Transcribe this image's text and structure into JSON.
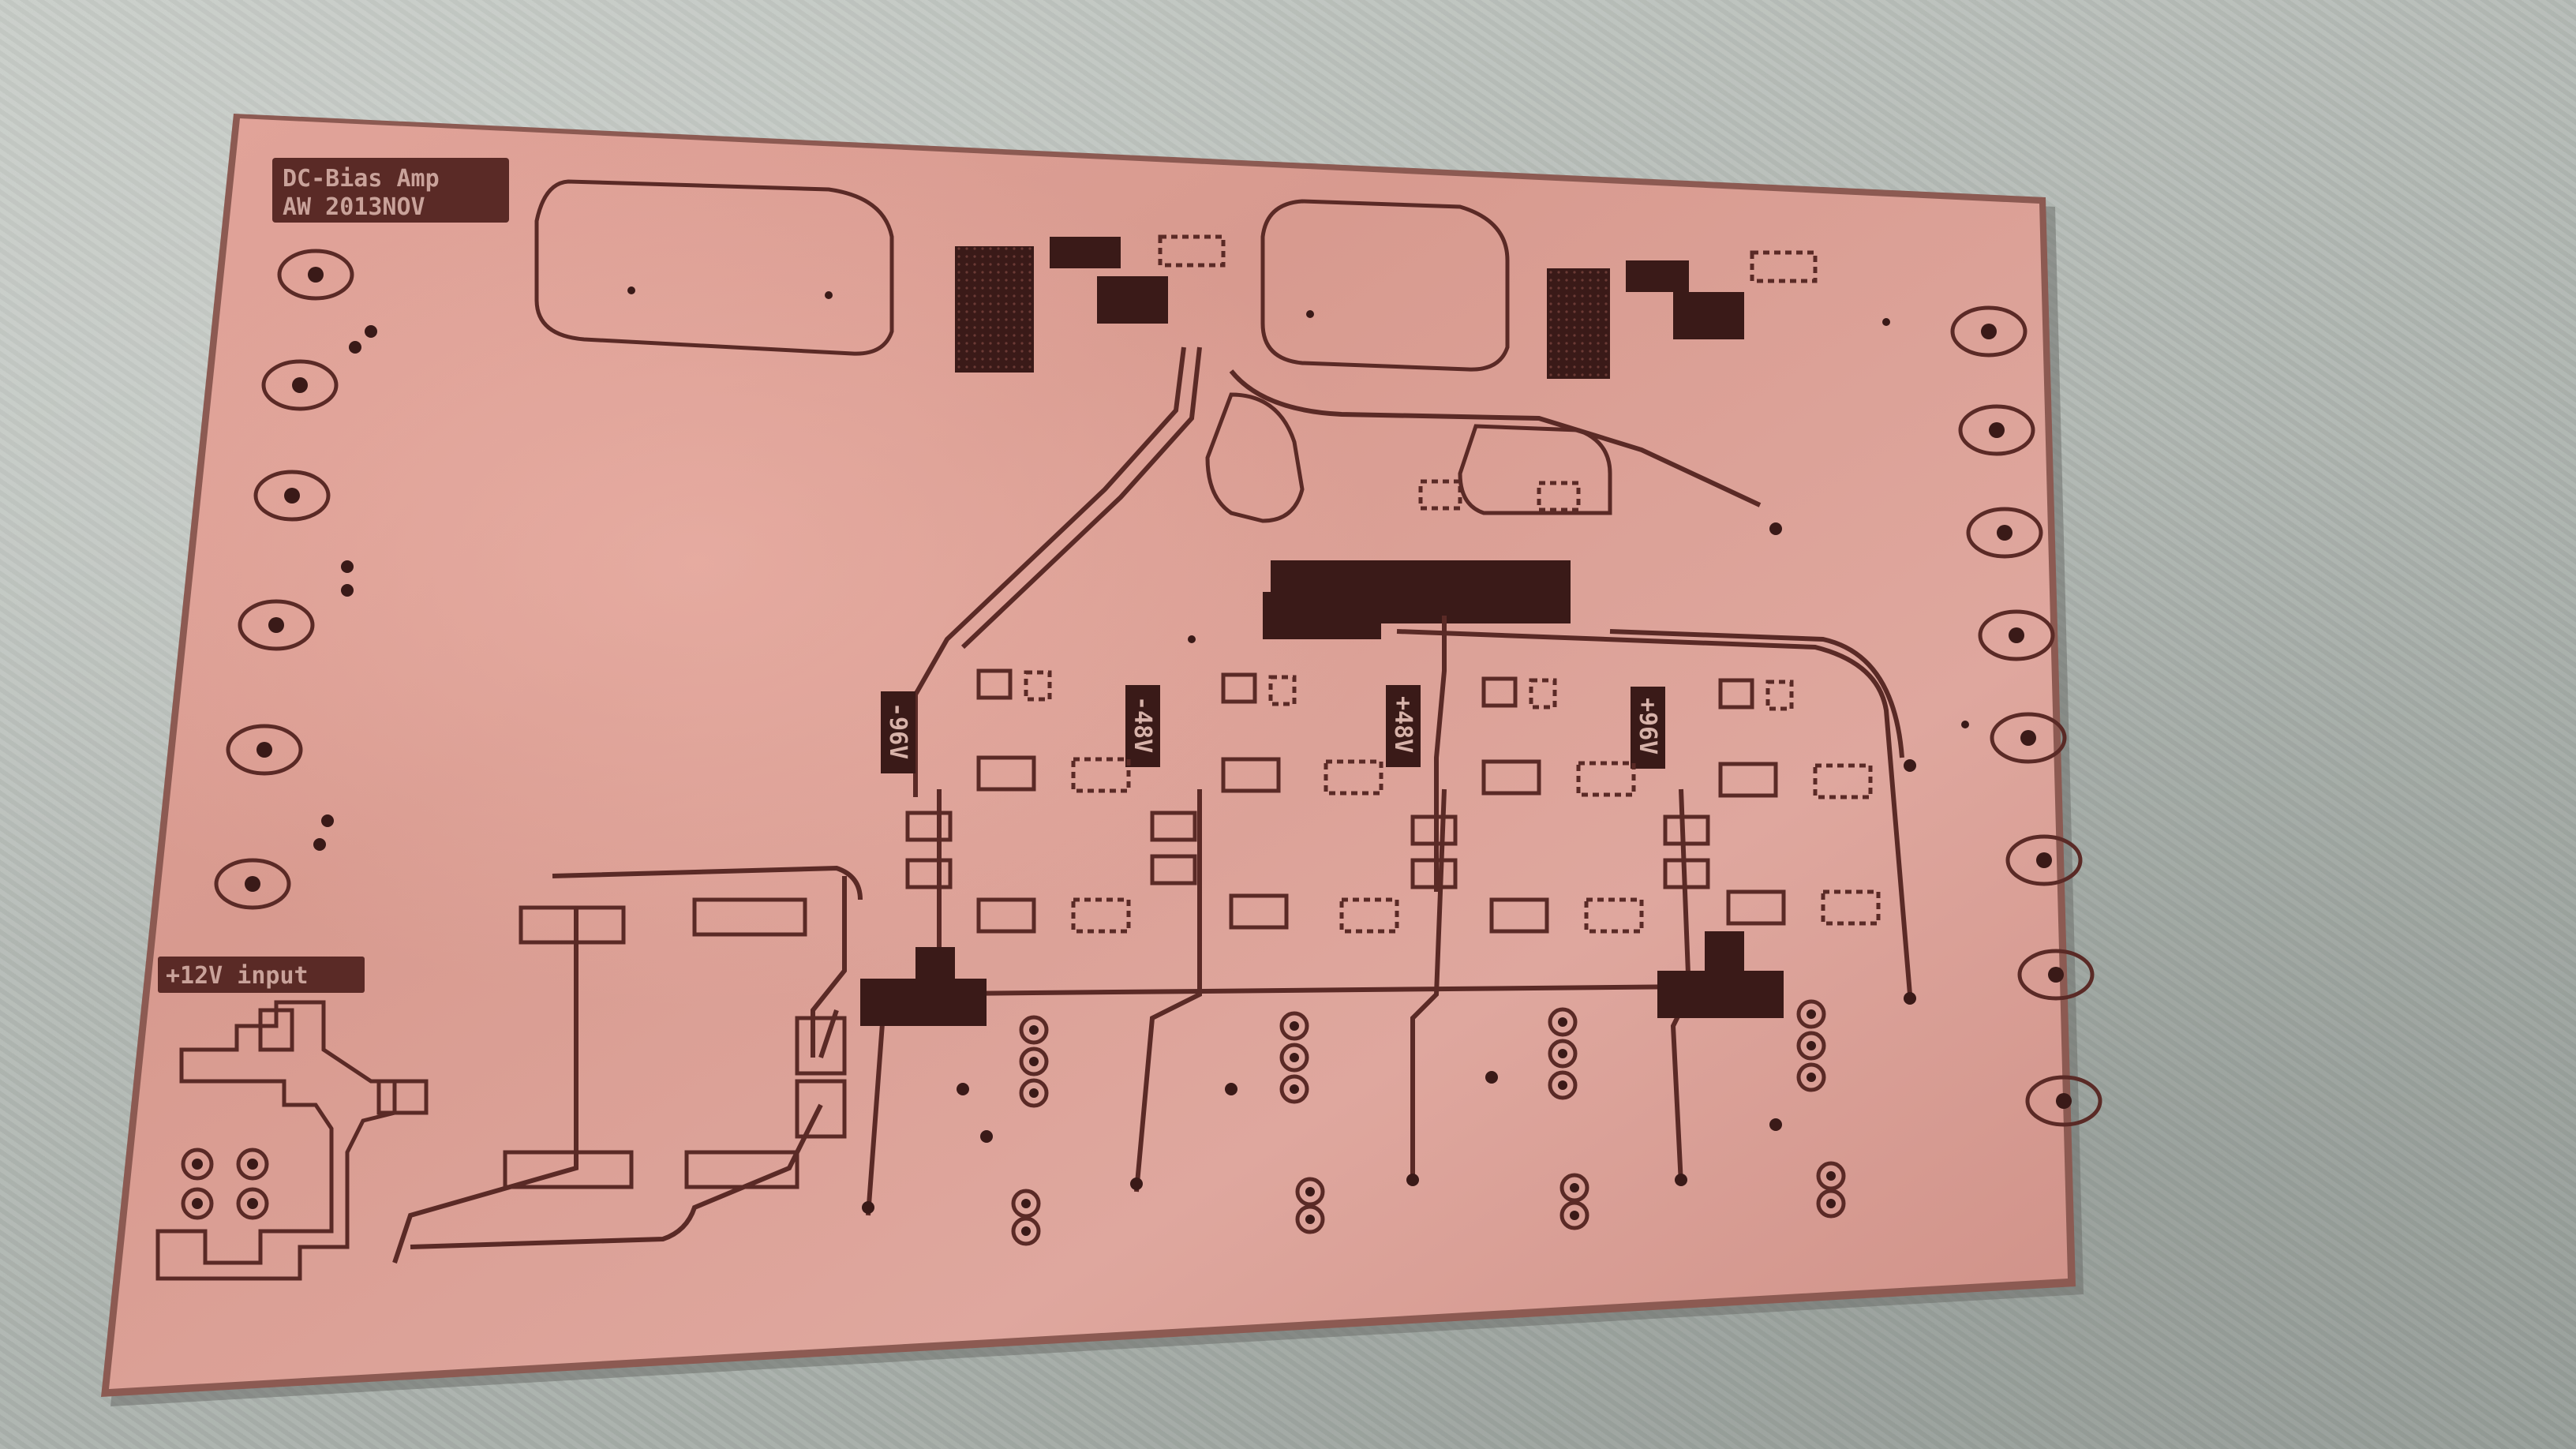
{
  "board": {
    "title_line1": "DC-Bias Amp",
    "title_line2": "AW 2013NOV",
    "input_label": "+12V input",
    "rail_labels": [
      "-96V",
      "-48V",
      "+48V",
      "+96V"
    ],
    "copper_color": "#d99a90",
    "trace_color": "#5a2a26",
    "pad_color": "#3a1a18"
  }
}
